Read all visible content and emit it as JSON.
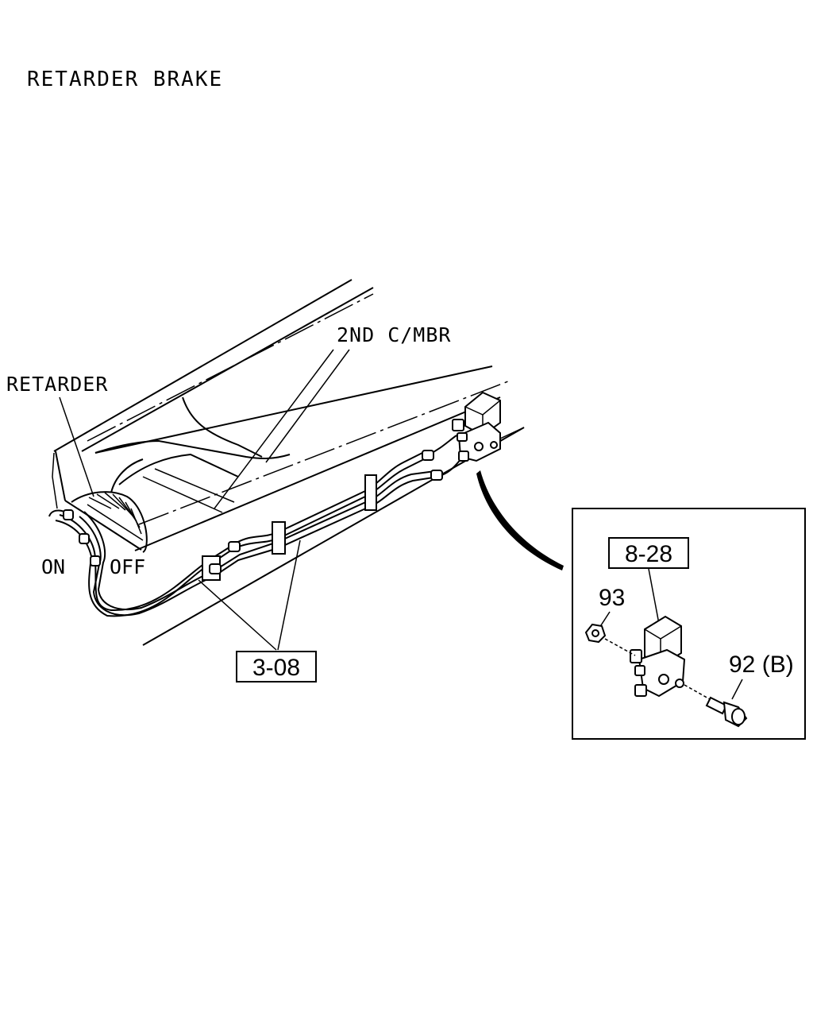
{
  "diagram": {
    "title": "RETARDER BRAKE",
    "labels": {
      "retarder": "RETARDER",
      "crossmember": "2ND C/MBR",
      "on": "ON",
      "off": "OFF",
      "pipe_ref": "3-08",
      "valve_ref": "8-28",
      "nut_ref": "93",
      "bolt_ref": "92 (B)"
    }
  }
}
